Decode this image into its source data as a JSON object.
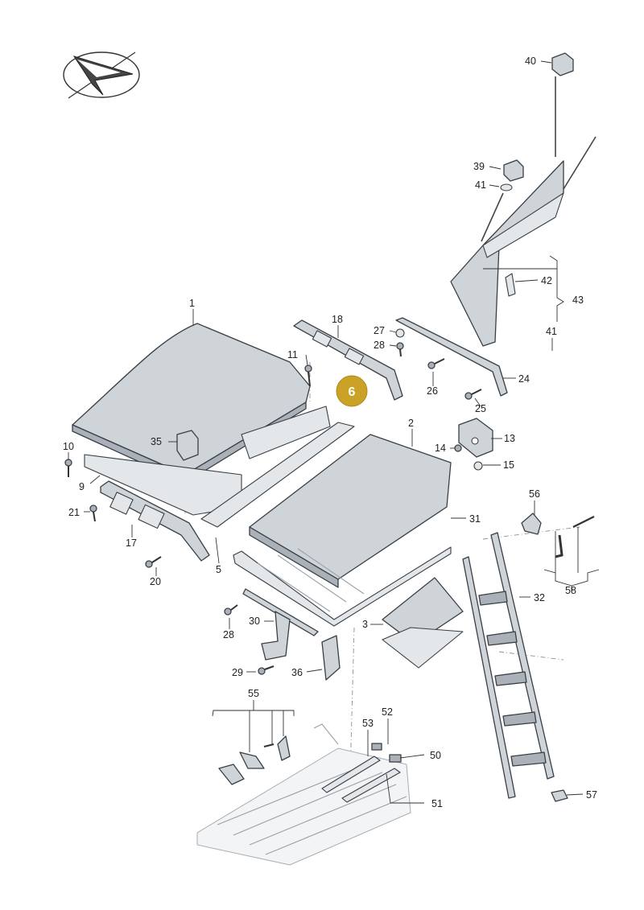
{
  "callouts": {
    "c1": "1",
    "c2": "2",
    "c3": "3",
    "c5": "5",
    "c9": "9",
    "c10": "10",
    "c11": "11",
    "c13": "13",
    "c14": "14",
    "c15": "15",
    "c17": "17",
    "c18": "18",
    "c20": "20",
    "c21": "21",
    "c24": "24",
    "c25": "25",
    "c26": "26",
    "c27": "27",
    "c28a": "28",
    "c28b": "28",
    "c29": "29",
    "c30": "30",
    "c31": "31",
    "c32": "32",
    "c35": "35",
    "c36": "36",
    "c39": "39",
    "c40": "40",
    "c41a": "41",
    "c41b": "41",
    "c42": "42",
    "c43": "43",
    "c50": "50",
    "c51": "51",
    "c52": "52",
    "c53": "53",
    "c55": "55",
    "c56": "56",
    "c57": "57",
    "c58": "58"
  },
  "highlight_badge": "6",
  "colors": {
    "part_fill": "#cfd4d9",
    "outline": "#3a3f45",
    "badge": "#c9a227"
  },
  "icons": {
    "logo": "vw-paper-plane-logo-icon"
  }
}
